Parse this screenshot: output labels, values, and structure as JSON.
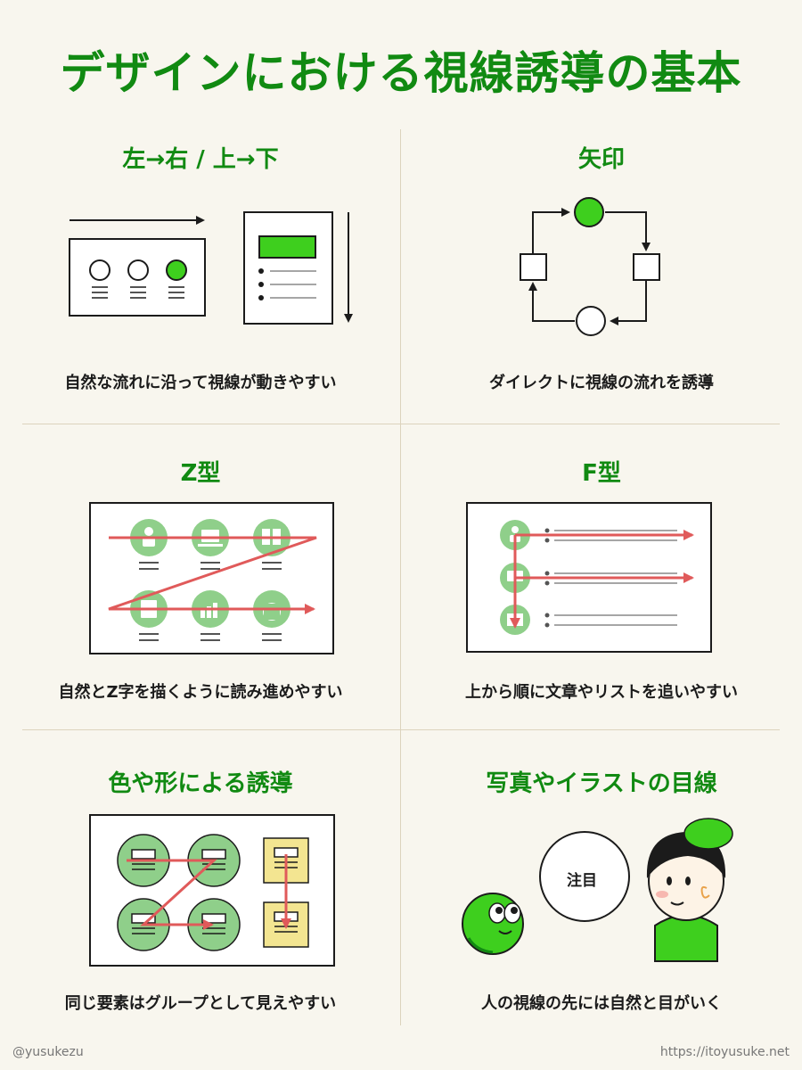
{
  "title": "デザインにおける視線誘導の基本",
  "sections": [
    {
      "heading": "左→右 / 上→下",
      "caption": "自然な流れに沿って視線が動きやすい"
    },
    {
      "heading": "矢印",
      "caption": "ダイレクトに視線の流れを誘導"
    },
    {
      "heading": "Z型",
      "caption": "自然とZ字を描くように読み進めやすい"
    },
    {
      "heading": "F型",
      "caption": "上から順に文章やリストを追いやすい"
    },
    {
      "heading": "色や形による誘導",
      "caption": "同じ要素はグループとして見えやすい"
    },
    {
      "heading": "写真やイラストの目線",
      "caption": "人の視線の先には自然と目がいく",
      "bubble": "注目"
    }
  ],
  "footer": {
    "left": "@yusukezu",
    "right": "https://itoyusuke.net"
  },
  "colors": {
    "title_green": "#118a12",
    "bright_green": "#3ecf1e",
    "soft_green": "#8fcf8a",
    "arrow_red": "#e05a5a",
    "sticky_yellow": "#f3e591",
    "divider": "#dcd3bd",
    "background": "#f8f6ee"
  }
}
